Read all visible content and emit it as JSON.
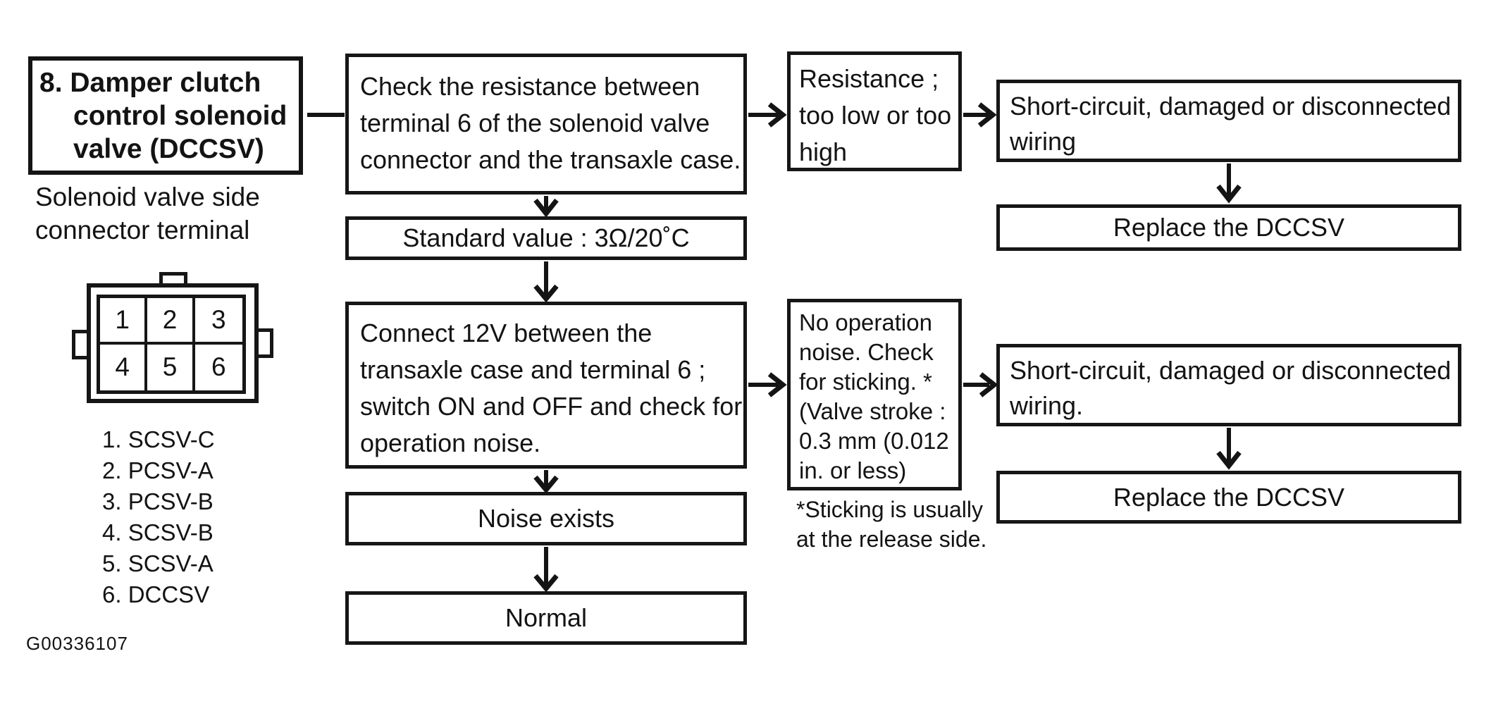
{
  "figure_code": "G00336107",
  "step_title": {
    "lines": [
      "8. Damper clutch",
      "control solenoid",
      "valve (DCCSV)"
    ]
  },
  "connector": {
    "caption_lines": [
      "Solenoid valve side",
      "connector terminal"
    ],
    "pins": [
      "1",
      "2",
      "3",
      "4",
      "5",
      "6"
    ],
    "legend": [
      "1. SCSV-C",
      "2. PCSV-A",
      "3. PCSV-B",
      "4. SCSV-B",
      "5. SCSV-A",
      "6. DCCSV"
    ]
  },
  "flowchart": {
    "check_resistance_lines": [
      "Check the resistance between",
      "terminal 6 of the solenoid valve",
      "connector and the transaxle case."
    ],
    "standard_value": "Standard value : 3Ω/20˚C",
    "connect_12v_lines": [
      "Connect 12V between the",
      "transaxle case and terminal 6 ;",
      "switch ON and OFF and check for",
      "operation noise."
    ],
    "noise_exists": "Noise exists",
    "normal": "Normal",
    "resistance_abnormal_lines": [
      "Resistance ;",
      "too low or too",
      "high"
    ],
    "no_operation_lines": [
      "No operation",
      "noise. Check",
      "for sticking. *",
      "(Valve stroke :",
      "0.3 mm (0.012",
      "in. or less)"
    ],
    "sticking_note_lines": [
      "*Sticking is usually",
      "at the release side."
    ],
    "short_circuit_top_lines": [
      "Short-circuit, damaged or disconnected",
      "wiring"
    ],
    "replace_top": "Replace the DCCSV",
    "short_circuit_bottom_lines": [
      "Short-circuit, damaged or disconnected",
      "wiring."
    ],
    "replace_bottom": "Replace the DCCSV"
  },
  "colors": {
    "ink": "#131313",
    "paper": "#ffffff"
  }
}
